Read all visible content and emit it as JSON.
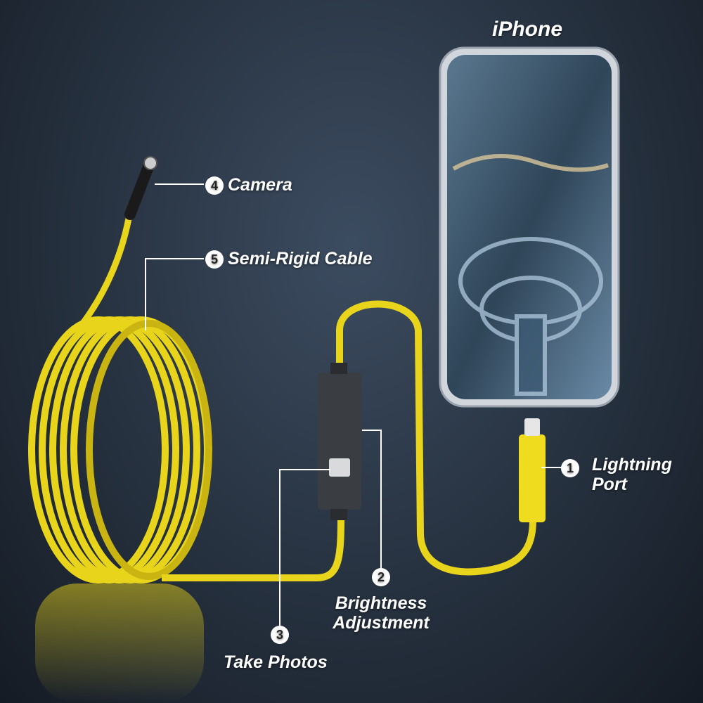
{
  "title": "iPhone",
  "callouts": [
    {
      "number": "1",
      "label_line1": "Lightning",
      "label_line2": "Port"
    },
    {
      "number": "2",
      "label_line1": "Brightness",
      "label_line2": "Adjustment"
    },
    {
      "number": "3",
      "label": "Take Photos"
    },
    {
      "number": "4",
      "label": "Camera"
    },
    {
      "number": "5",
      "label": "Semi-Rigid Cable"
    }
  ],
  "colors": {
    "cable": "#f2df1c",
    "background": "#26313f",
    "phone_frame": "#c9ced6"
  }
}
